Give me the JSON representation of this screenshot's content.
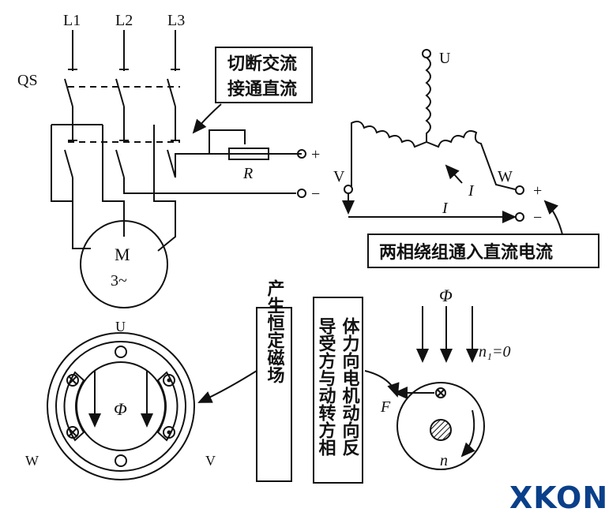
{
  "labels": {
    "L1": "L1",
    "L2": "L2",
    "L3": "L3",
    "QS": "QS",
    "motor_M": "M",
    "motor_phase": "3~",
    "R": "R",
    "plus": "+",
    "minus": "−",
    "U_top": "U",
    "V_right": "V",
    "W_right": "W",
    "current_I1": "I",
    "current_I2": "I",
    "U_bottom": "U",
    "W_bottom": "W",
    "V_bottom": "V",
    "phi_stator": "Φ",
    "phi_rotor": "Φ",
    "n1_eq": "n₁=0",
    "F": "F",
    "n": "n"
  },
  "boxes": {
    "cut_ac_line1": "切断交流",
    "cut_ac_line2": "接通直流",
    "two_phase_dc": "两相绕组通入直流电流",
    "constant_field": "产生恒定磁场",
    "force_col1": "导受方与动转方相",
    "force_col2": "体力向电机动向反"
  },
  "brand": "XKON",
  "colors": {
    "line": "#111111",
    "brand": "#0a3f8a"
  }
}
